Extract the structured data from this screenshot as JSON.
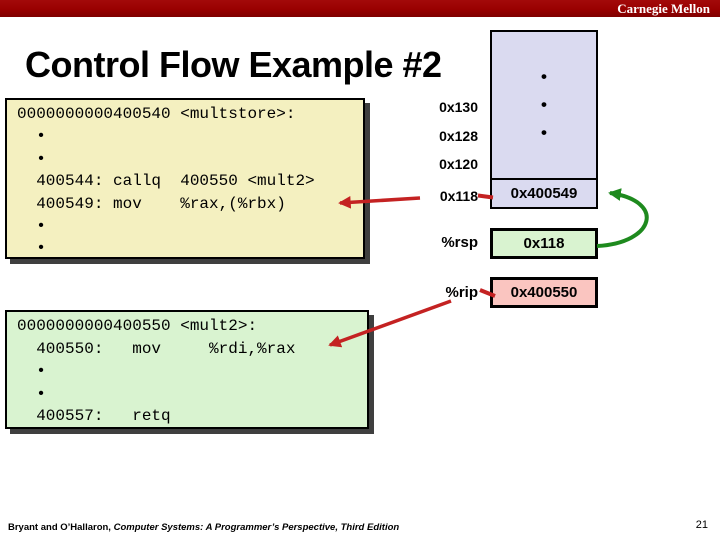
{
  "slide": {
    "brand": "Carnegie Mellon",
    "title": "Control Flow Example #2",
    "page_number": "21",
    "footer_authors": "Bryant and O’Hallaron, ",
    "footer_book": "Computer Systems: A Programmer’s Perspective, Third Edition"
  },
  "disassembly": {
    "multstore": {
      "lines": [
        "0000000000400540 <multstore>:",
        "  •",
        "  •",
        "  400544: callq  400550 <mult2>",
        "  400549: mov    %rax,(%rbx)",
        "  •",
        "  •"
      ]
    },
    "mult2": {
      "lines": [
        "0000000000400550 <mult2>:",
        "  400550:   mov     %rdi,%rax",
        "  •",
        "  •",
        "  400557:   retq"
      ]
    }
  },
  "stack": {
    "dots": [
      "•",
      "•",
      "•"
    ],
    "address_labels": [
      "0x130",
      "0x128",
      "0x120",
      "0x118"
    ],
    "return_address_cell": "0x400549",
    "registers": [
      {
        "name": "%rsp",
        "value": "0x118"
      },
      {
        "name": "%rip",
        "value": "0x400550"
      }
    ]
  },
  "colors": {
    "header_red": "#990000",
    "code_box_yellow": "#f4f0c0",
    "code_box_green": "#d9f3d0",
    "stack_lavender": "#dadaf0",
    "rip_pink": "#fac5c0",
    "arrow_red": "#c42222",
    "arrow_green": "#1e8a1e"
  }
}
